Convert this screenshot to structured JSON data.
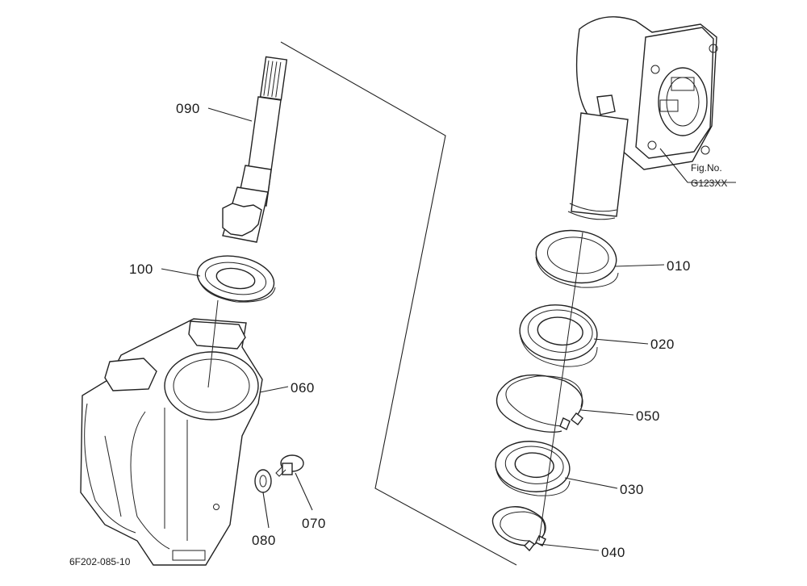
{
  "parts": [
    {
      "id": "p090",
      "number": "090"
    },
    {
      "id": "p100",
      "number": "100"
    },
    {
      "id": "p060",
      "number": "060"
    },
    {
      "id": "p080",
      "number": "080"
    },
    {
      "id": "p070",
      "number": "070"
    },
    {
      "id": "p010",
      "number": "010"
    },
    {
      "id": "p020",
      "number": "020"
    },
    {
      "id": "p050",
      "number": "050"
    },
    {
      "id": "p030",
      "number": "030"
    },
    {
      "id": "p040",
      "number": "040"
    }
  ],
  "figure": {
    "line1": "Fig.No.",
    "line2": "G123XX"
  },
  "drawing_code": "6F202-085-10"
}
